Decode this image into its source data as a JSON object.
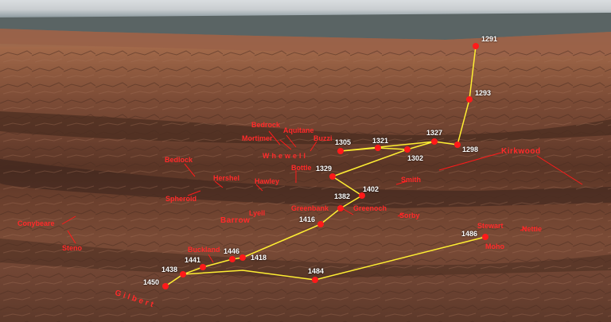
{
  "terrain": {
    "sky_color": "#d9dde0",
    "crater_floor_color": "#5f6a6c",
    "rock_color": "#8f5a3f",
    "route_color": "#ffee33",
    "marker_color": "#ff1a1a",
    "label_color": "#ff2a2a"
  },
  "route": {
    "waypoints": [
      {
        "sol": "1291"
      },
      {
        "sol": "1293"
      },
      {
        "sol": "1298"
      },
      {
        "sol": "1327"
      },
      {
        "sol": "1302"
      },
      {
        "sol": "1321"
      },
      {
        "sol": "1305"
      },
      {
        "sol": "1329"
      },
      {
        "sol": "1402"
      },
      {
        "sol": "1382"
      },
      {
        "sol": "1416"
      },
      {
        "sol": "1418"
      },
      {
        "sol": "1446"
      },
      {
        "sol": "1441"
      },
      {
        "sol": "1438"
      },
      {
        "sol": "1450"
      },
      {
        "sol": "1484"
      },
      {
        "sol": "1486"
      }
    ]
  },
  "features": [
    "Bedrock",
    "Aquitane",
    "Mortimer",
    "Buzzi",
    "Whewell",
    "Bedlock",
    "Bottle",
    "Kirkwood",
    "Hershel",
    "Hawley",
    "Smith",
    "Spheroid",
    "Greenbank",
    "Lyell",
    "Greenoch",
    "Barrow",
    "Sorby",
    "Stewart",
    "Nettie",
    "Moho",
    "Buckland",
    "Conybeare",
    "Steno",
    "Gilbert"
  ]
}
